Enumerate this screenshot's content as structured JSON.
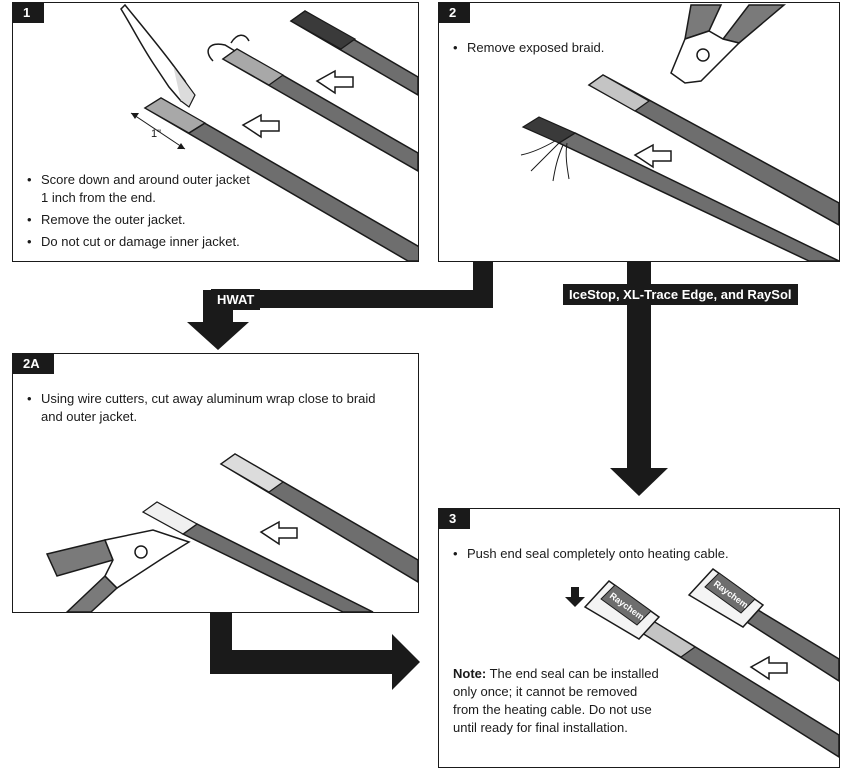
{
  "steps": [
    {
      "badge": "1",
      "bullets": [
        "Score down and around outer jacket 1 inch from the end.",
        "Remove the outer jacket.",
        "Do not cut or damage inner jacket."
      ],
      "dimension_label": "1\""
    },
    {
      "badge": "2",
      "bullets": [
        "Remove exposed braid."
      ]
    },
    {
      "badge": "2A",
      "bullets": [
        "Using wire cutters, cut away aluminum wrap close to braid and outer jacket."
      ]
    },
    {
      "badge": "3",
      "bullets": [
        "Push end seal completely onto heating cable."
      ],
      "note_label": "Note:",
      "note_text": "The end seal can be installed only once; it cannot be removed from the heating cable. Do not use until ready for final installation.",
      "seal_brand": "Raychem"
    }
  ],
  "branches": {
    "hwat": "HWAT",
    "other": "IceStop, XL-Trace Edge, and RaySol"
  },
  "colors": {
    "ink": "#1a1a1a",
    "cable": "#6e6e6e",
    "cable_light": "#a8a8a8",
    "handle": "#7a7a7a"
  }
}
